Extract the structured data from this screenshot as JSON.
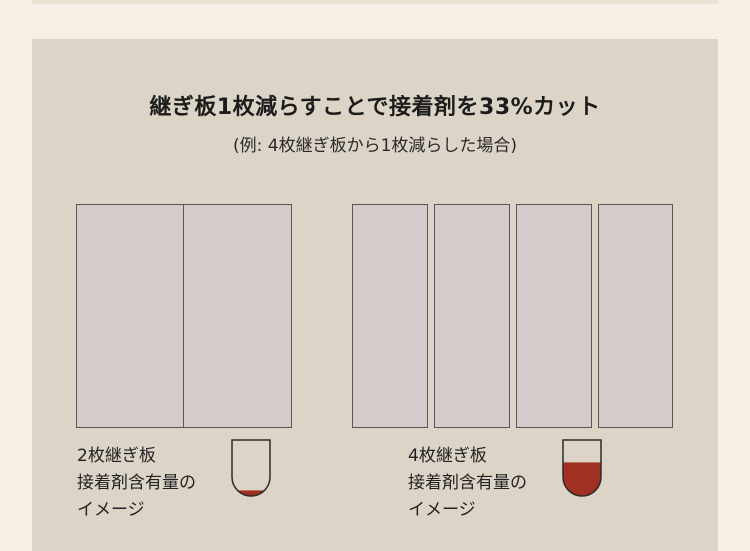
{
  "title": "継ぎ板1枚減らすことで接着剤を33%カット",
  "subtitle": "(例: 4枚継ぎ板から1枚減らした場合)",
  "left_example": {
    "board_count": 2,
    "caption_line1": "2枚継ぎ板",
    "caption_line2": "接着剤含有量の",
    "caption_line3": "イメージ",
    "cup_fill_level": 0.1
  },
  "right_example": {
    "board_count": 4,
    "caption_line1": "4枚継ぎ板",
    "caption_line2": "接着剤含有量の",
    "caption_line3": "イメージ",
    "cup_fill_level": 0.6
  },
  "colors": {
    "background": "#f6efe5",
    "panel": "#ddd4c8",
    "board": "#d3ccca",
    "board_border": "#5a5553",
    "adhesive": "#a0301f"
  }
}
